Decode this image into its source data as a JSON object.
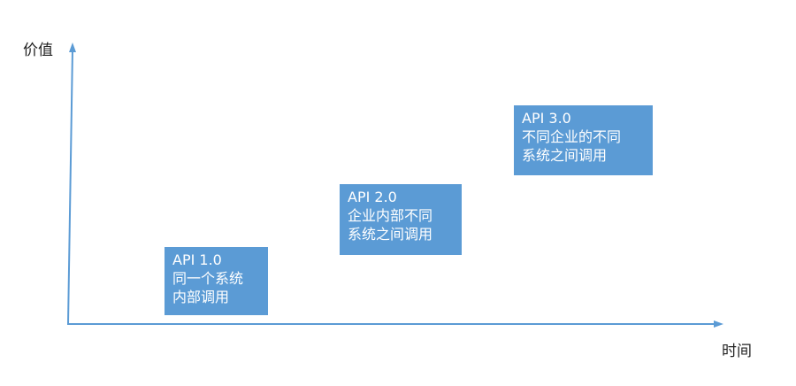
{
  "axes": {
    "y_label": "价值",
    "x_label": "时间",
    "color": "#5b9bd5"
  },
  "box_color": "#5b9bd5",
  "stages": [
    {
      "version": "API 1.0",
      "line1": "同一个系统",
      "line2": "内部调用"
    },
    {
      "version": "API 2.0",
      "line1": "企业内部不同",
      "line2": "系统之间调用"
    },
    {
      "version": "API 3.0",
      "line1": "不同企业的不同",
      "line2": "系统之间调用"
    }
  ]
}
